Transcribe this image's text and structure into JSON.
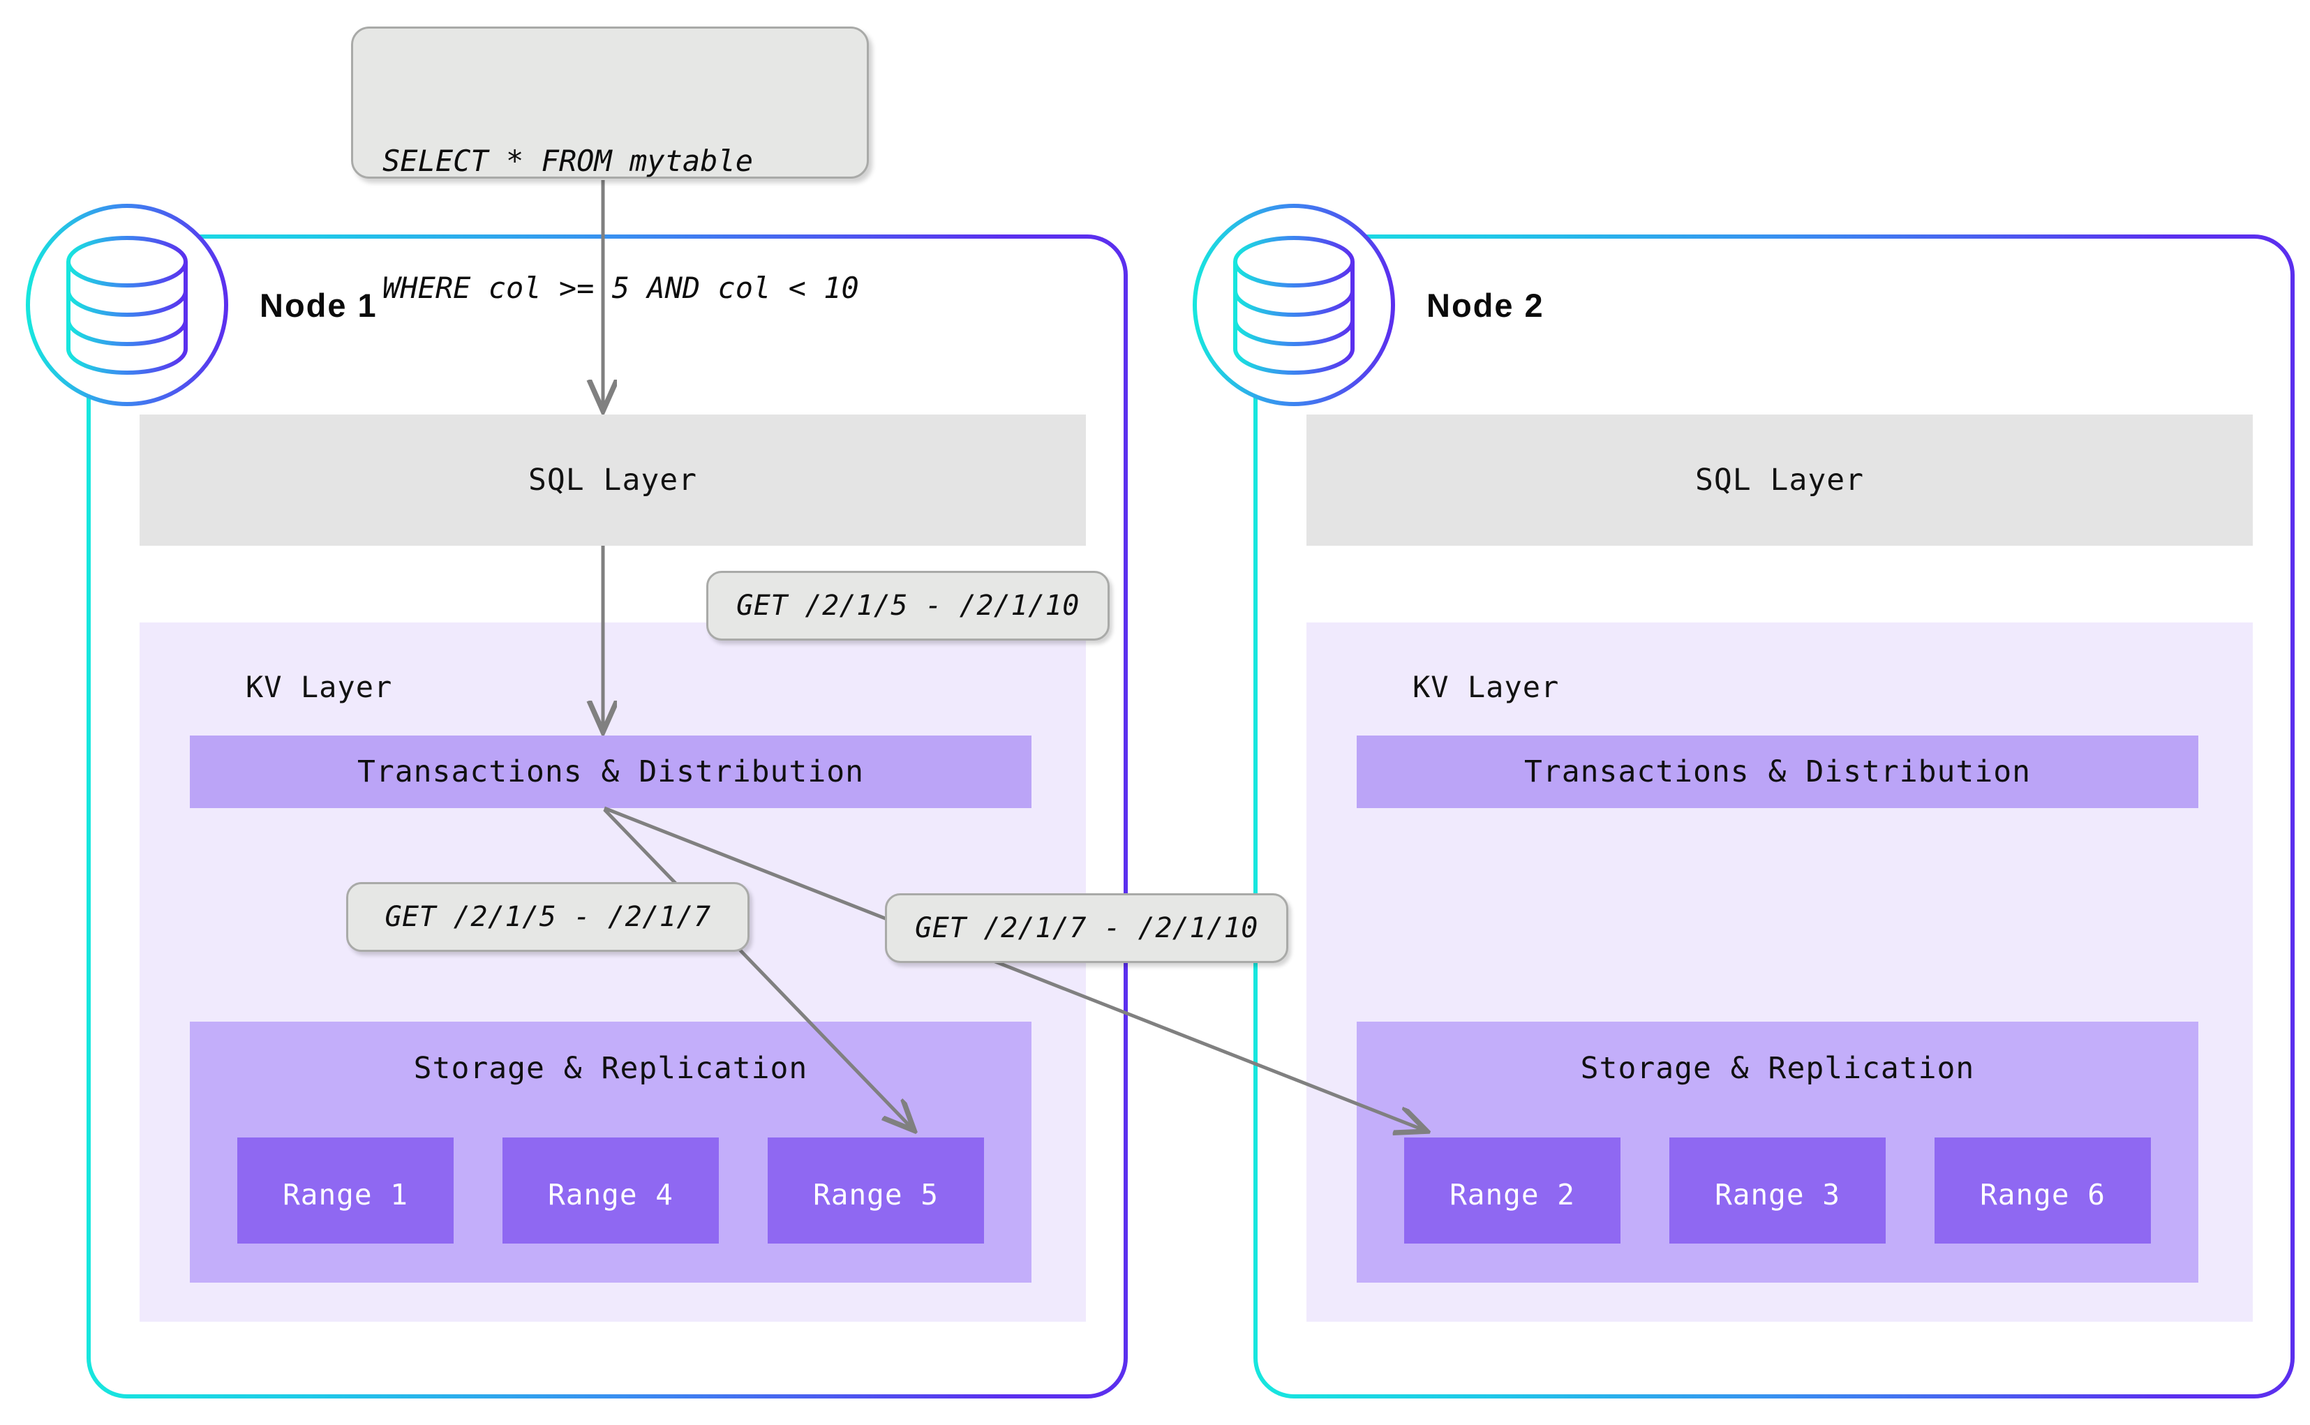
{
  "diagram": {
    "title": "CockroachDB distributed query routing across two nodes",
    "colors": {
      "gradient_start": "#17e6de",
      "gradient_end": "#5b2fee",
      "sql_layer_bg": "#e4e4e4",
      "kv_panel_bg": "#f0eafd",
      "txn_band_bg": "#bba4f7",
      "storage_band_bg": "#c3aefa",
      "range_box_bg": "#8f68f2",
      "chip_bg": "#e6e7e5",
      "chip_border": "#a9aaa8",
      "arrow": "#808080"
    }
  },
  "query": {
    "line1": "SELECT * FROM mytable",
    "line2": "WHERE col >= 5 AND col < 10"
  },
  "nodes": [
    {
      "title": "Node 1",
      "icon": "database-icon",
      "sql_layer": "SQL Layer",
      "kv_layer": "KV Layer",
      "transactions": "Transactions & Distribution",
      "storage": "Storage & Replication",
      "ranges": [
        "Range 1",
        "Range 4",
        "Range 5"
      ]
    },
    {
      "title": "Node 2",
      "icon": "database-icon",
      "sql_layer": "SQL Layer",
      "kv_layer": "KV Layer",
      "transactions": "Transactions & Distribution",
      "storage": "Storage & Replication",
      "ranges": [
        "Range 2",
        "Range 3",
        "Range 6"
      ]
    }
  ],
  "callouts": [
    {
      "label": "GET /2/1/5 - /2/1/10"
    },
    {
      "label": "GET /2/1/5 - /2/1/7"
    },
    {
      "label": "GET /2/1/7 - /2/1/10"
    }
  ]
}
